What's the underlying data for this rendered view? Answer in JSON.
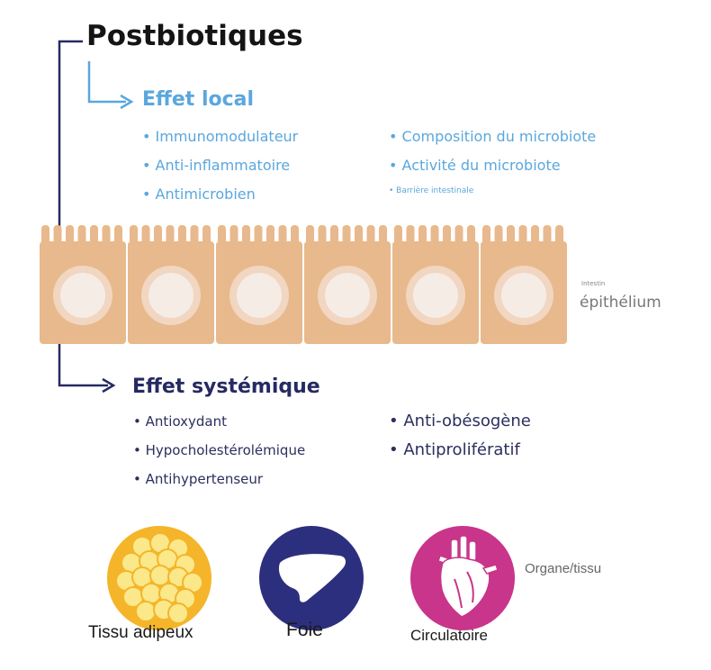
{
  "title": "Postbiotiques",
  "local": {
    "title": "Effet local",
    "left_items": [
      "Immunomodulateur",
      "Anti-inflammatoire",
      "Antimicrobien"
    ],
    "right_items": [
      "Composition du microbiote",
      "Activité du microbiote",
      "Barrière intestinale"
    ]
  },
  "epithelium": {
    "small_label": "Intestin",
    "label": "épithélium"
  },
  "systemic": {
    "title": "Effet systémique",
    "left_items": [
      "Antioxydant",
      "Hypocholestérolémique",
      "Antihypertenseur"
    ],
    "right_items": [
      "Anti-obésogène",
      "Antiprolifératif"
    ]
  },
  "organs": {
    "category_label": "Organe/tissu",
    "items": [
      {
        "label": "Tissu adipeux",
        "icon": "fat-cells-icon",
        "color": "#f5b52a"
      },
      {
        "label": "Foie",
        "icon": "liver-icon",
        "color": "#2c2f7e"
      },
      {
        "label": "Circulatoire",
        "icon": "heart-icon",
        "color": "#c8358a"
      }
    ]
  },
  "colors": {
    "local_blue": "#5ba7dd",
    "systemic_navy": "#262a62",
    "cell_tan": "#e8b98c",
    "nucleus": "#f6ece6"
  }
}
